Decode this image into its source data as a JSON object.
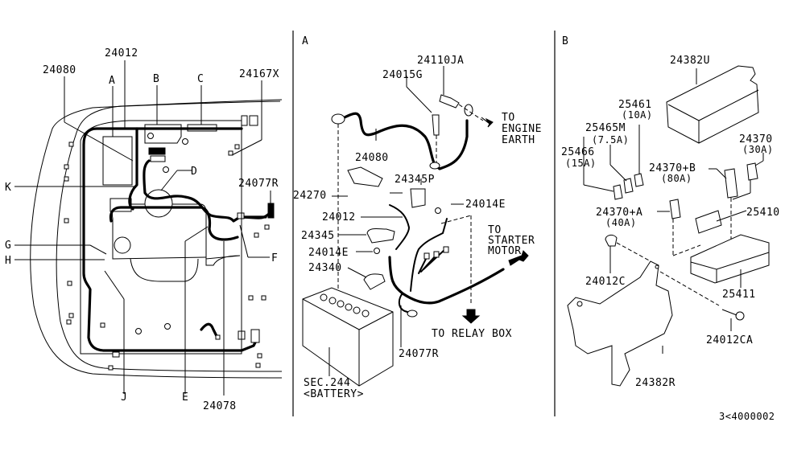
{
  "diagram": {
    "title": "Engine Room Wiring Harness",
    "panels": [
      {
        "id": "overview",
        "callouts": {
          "part_numbers": [
            "24012",
            "24080",
            "24167X",
            "24077R",
            "24078"
          ],
          "connector_letters": [
            "A",
            "B",
            "C",
            "D",
            "E",
            "F",
            "G",
            "H",
            "J",
            "K"
          ]
        }
      },
      {
        "id": "A",
        "heading": "A",
        "labels": {
          "p24110JA": "24110JA",
          "p24015G": "24015G",
          "p24080": "24080",
          "p24345P": "24345P",
          "p24270": "24270",
          "p24012": "24012",
          "p24014E_top": "24014E",
          "p24345": "24345",
          "p24014E_mid": "24014E",
          "p24340": "24340",
          "p24077R": "24077R",
          "battery_sec": "SEC.244",
          "battery_name": "<BATTERY>"
        },
        "directions": {
          "engine_earth": [
            "TO",
            "ENGINE",
            "EARTH"
          ],
          "starter_motor": [
            "TO",
            "STARTER",
            "MOTOR"
          ],
          "relay_box": "TO RELAY BOX"
        }
      },
      {
        "id": "B",
        "heading": "B",
        "labels": {
          "p24382U": "24382U",
          "p25461": "25461",
          "p25461_rating": "(10A)",
          "p25465M": "25465M",
          "p25465M_rating": "(7.5A)",
          "p25466": "25466",
          "p25466_rating": "(15A)",
          "p24370": "24370",
          "p24370_rating": "(30A)",
          "p24370B": "24370+B",
          "p24370B_rating": "(80A)",
          "p24370A": "24370+A",
          "p24370A_rating": "(40A)",
          "p25410": "25410",
          "p24012C": "24012C",
          "p25411": "25411",
          "p24012CA": "24012CA",
          "p24382R": "24382R"
        }
      }
    ],
    "overview_labels": {
      "p24080": "24080",
      "p24012": "24012",
      "p24167X": "24167X",
      "p24077R": "24077R",
      "p24078": "24078",
      "A": "A",
      "B": "B",
      "C": "C",
      "D": "D",
      "E": "E",
      "F": "F",
      "G": "G",
      "H": "H",
      "J": "J",
      "K": "K"
    },
    "figure_code": "3<4000002"
  }
}
